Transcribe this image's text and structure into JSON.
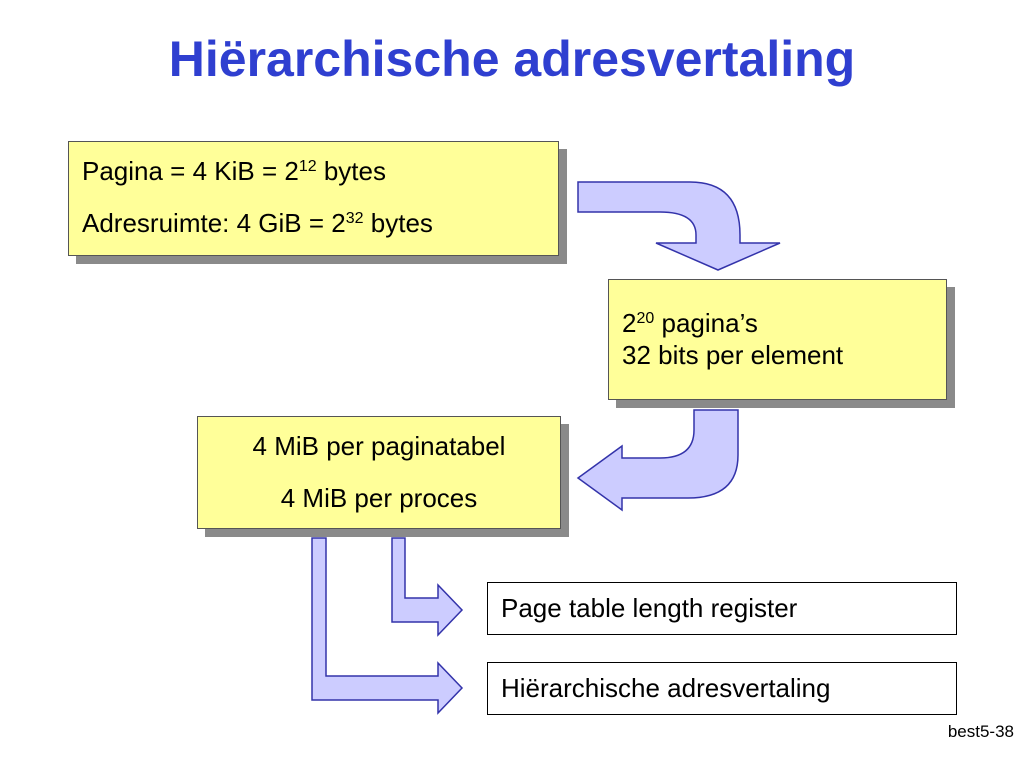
{
  "slide": {
    "title": "Hiërarchische adresvertaling",
    "footer": "best5-38"
  },
  "box1": {
    "line1": {
      "pre": "Pagina = 4 KiB = 2",
      "exp": "12",
      "post": " bytes"
    },
    "line2": {
      "pre": "Adresruimte: 4 GiB = 2",
      "exp": "32",
      "post": " bytes"
    }
  },
  "box2": {
    "line1": {
      "pre": "2",
      "exp": "20",
      "post": " pagina’s"
    },
    "line2": "32 bits per element"
  },
  "box3": {
    "line1": "4 MiB per paginatabel",
    "line2": "4 MiB per proces"
  },
  "box4": {
    "text": "Page table length register"
  },
  "box5": {
    "text": "Hiërarchische adresvertaling"
  },
  "colors": {
    "title": "#2f3fd0",
    "yellow_box": "#ffff99",
    "arrow_fill": "#ccccff",
    "arrow_stroke": "#3333aa",
    "shadow": "#8a8a8a"
  }
}
